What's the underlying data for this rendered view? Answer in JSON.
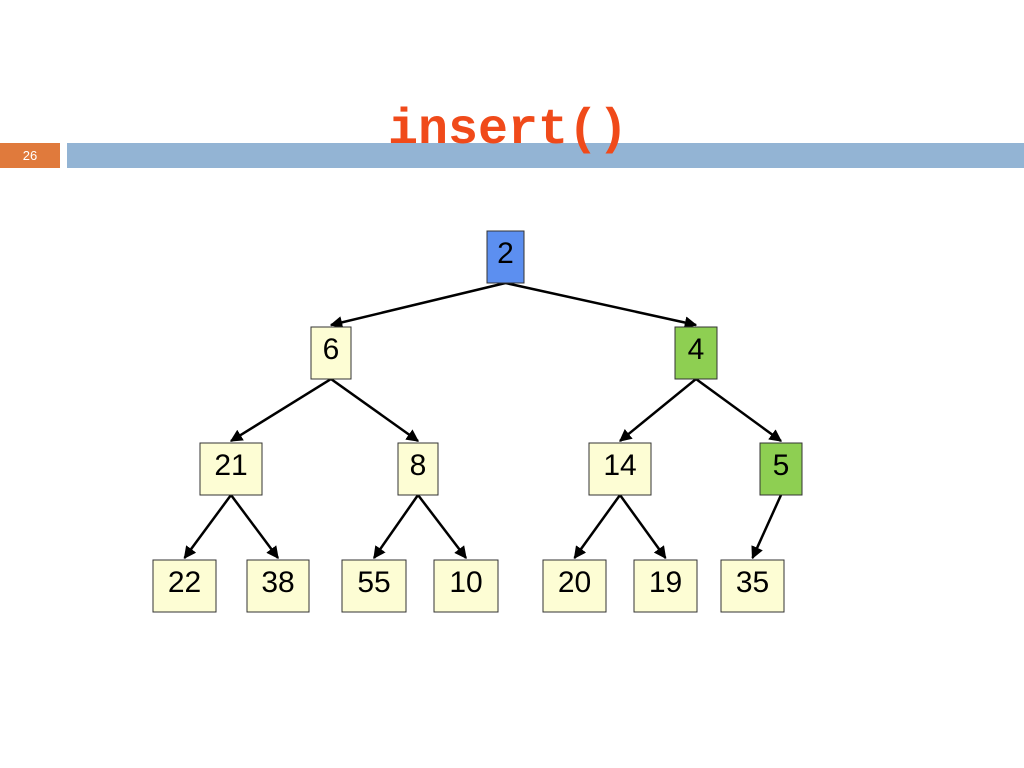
{
  "slide": {
    "number": "26",
    "title": "insert()"
  },
  "colors": {
    "title": "#f04a1a",
    "number_box": "#e07a3c",
    "title_bar": "#93b4d4",
    "node_default": "#fdfdd4",
    "node_root": "#5c8ff0",
    "node_path": "#8ecf52"
  },
  "tree": {
    "nodes": [
      {
        "value": "2",
        "highlight": "root"
      },
      {
        "value": "6",
        "highlight": "none"
      },
      {
        "value": "4",
        "highlight": "path"
      },
      {
        "value": "21",
        "highlight": "none"
      },
      {
        "value": "8",
        "highlight": "none"
      },
      {
        "value": "14",
        "highlight": "none"
      },
      {
        "value": "5",
        "highlight": "path"
      },
      {
        "value": "22",
        "highlight": "none"
      },
      {
        "value": "38",
        "highlight": "none"
      },
      {
        "value": "55",
        "highlight": "none"
      },
      {
        "value": "10",
        "highlight": "none"
      },
      {
        "value": "20",
        "highlight": "none"
      },
      {
        "value": "19",
        "highlight": "none"
      },
      {
        "value": "35",
        "highlight": "none"
      }
    ],
    "edges": [
      [
        "2",
        "6"
      ],
      [
        "2",
        "4"
      ],
      [
        "6",
        "21"
      ],
      [
        "6",
        "8"
      ],
      [
        "4",
        "14"
      ],
      [
        "4",
        "5"
      ],
      [
        "21",
        "22"
      ],
      [
        "21",
        "38"
      ],
      [
        "8",
        "55"
      ],
      [
        "8",
        "10"
      ],
      [
        "14",
        "20"
      ],
      [
        "14",
        "19"
      ],
      [
        "5",
        "35"
      ]
    ]
  }
}
